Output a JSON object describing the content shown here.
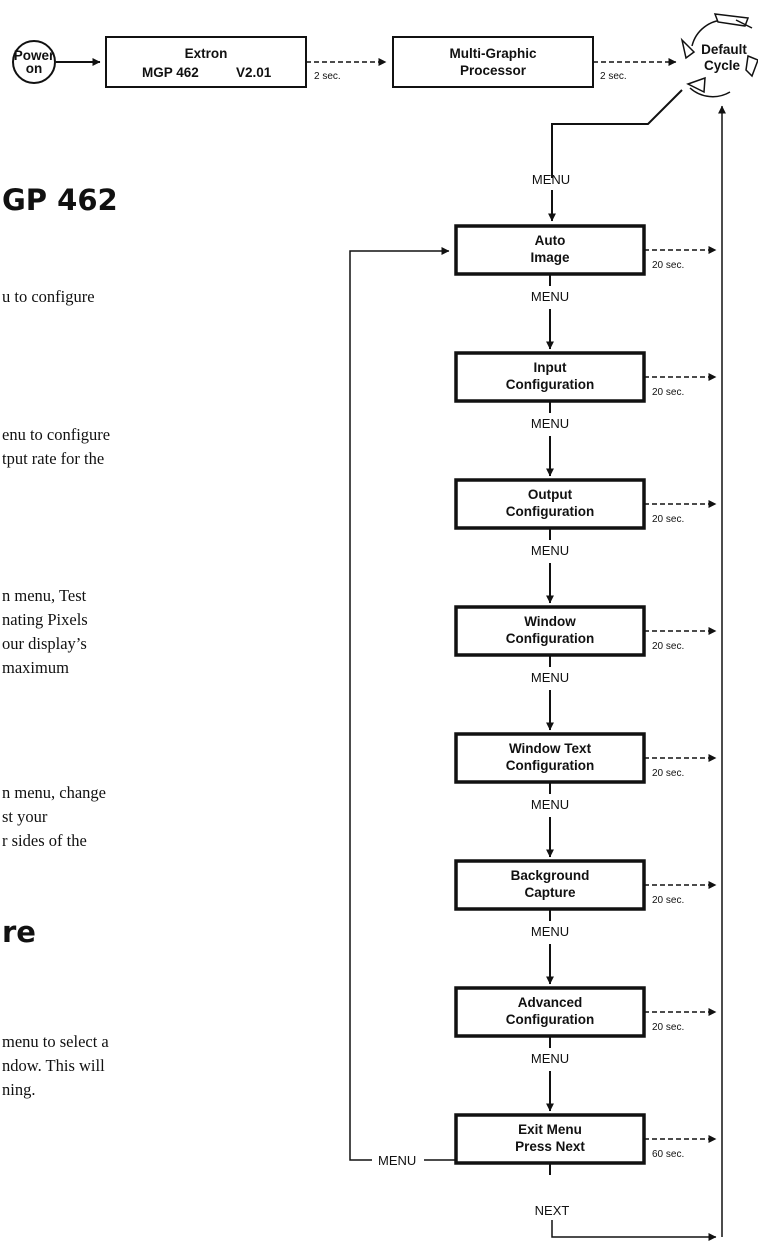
{
  "top_flow": {
    "power": [
      "Power",
      "on"
    ],
    "extron": {
      "line1": "Extron",
      "model": "MGP 462",
      "version": "V2.01"
    },
    "delay1": "2 sec.",
    "processor": [
      "Multi-Graphic",
      "Processor"
    ],
    "delay2": "2 sec.",
    "default_cycle": [
      "Default",
      "Cycle"
    ]
  },
  "menu_label": "MENU",
  "next_label": "NEXT",
  "menu_boxes": [
    {
      "lines": [
        "Auto",
        "Image"
      ],
      "timeout": "20 sec."
    },
    {
      "lines": [
        "Input",
        "Configuration"
      ],
      "timeout": "20 sec."
    },
    {
      "lines": [
        "Output",
        "Configuration"
      ],
      "timeout": "20 sec."
    },
    {
      "lines": [
        "Window",
        "Configuration"
      ],
      "timeout": "20 sec."
    },
    {
      "lines": [
        "Window Text",
        "Configuration"
      ],
      "timeout": "20 sec."
    },
    {
      "lines": [
        "Background",
        "Capture"
      ],
      "timeout": "20 sec."
    },
    {
      "lines": [
        "Advanced",
        "Configuration"
      ],
      "timeout": "20 sec."
    },
    {
      "lines": [
        "Exit Menu",
        "Press Next"
      ],
      "timeout": "60 sec."
    }
  ],
  "left_text": {
    "heading1": "GP 462",
    "para1": [
      "u to configure"
    ],
    "para2": [
      "enu to configure",
      "tput rate for the"
    ],
    "para3": [
      "n menu, Test",
      "nating Pixels",
      "our display’s",
      "maximum"
    ],
    "para4": [
      "n menu, change",
      "st your",
      "r sides of the"
    ],
    "heading2": "re",
    "para5": [
      "menu to select a",
      "ndow.  This will",
      "ning."
    ]
  }
}
